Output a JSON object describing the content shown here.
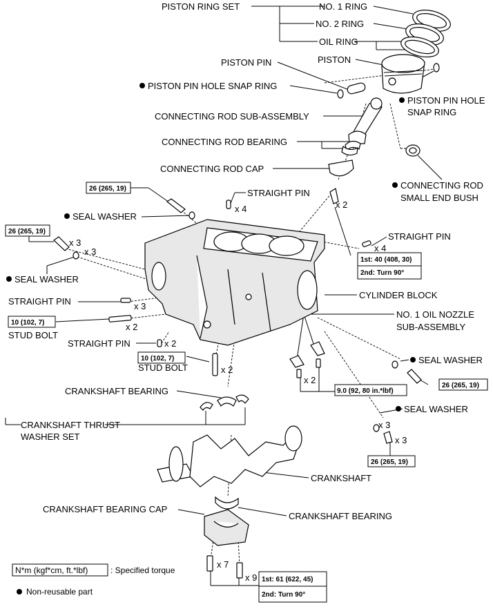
{
  "labels": {
    "piston_ring_set": "PISTON RING SET",
    "no1_ring": "NO. 1 RING",
    "no2_ring": "NO. 2 RING",
    "oil_ring": "OIL RING",
    "piston_pin": "PISTON PIN",
    "piston": "PISTON",
    "snap_ring_left": "PISTON PIN HOLE SNAP RING",
    "snap_ring_right_1": "PISTON PIN HOLE",
    "snap_ring_right_2": "SNAP RING",
    "connecting_rod_sub": "CONNECTING ROD SUB-ASSEMBLY",
    "connecting_rod_bearing": "CONNECTING ROD BEARING",
    "connecting_rod_cap": "CONNECTING ROD CAP",
    "small_end_bush_1": "CONNECTING ROD",
    "small_end_bush_2": "SMALL END BUSH",
    "straight_pin_top": "STRAIGHT PIN",
    "seal_washer_top": "SEAL WASHER",
    "seal_washer_left": "SEAL WASHER",
    "straight_pin_right": "STRAIGHT PIN",
    "straight_pin_left": "STRAIGHT PIN",
    "stud_bolt_left": "STUD BOLT",
    "straight_pin_mid": "STRAIGHT PIN",
    "stud_bolt_mid": "STUD BOLT",
    "cylinder_block": "CYLINDER BLOCK",
    "oil_nozzle_1": "NO. 1 OIL NOZZLE",
    "oil_nozzle_2": "SUB-ASSEMBLY",
    "seal_washer_right": "SEAL WASHER",
    "seal_washer_right2": "SEAL WASHER",
    "crankshaft_bearing_top": "CRANKSHAFT BEARING",
    "thrust_washer_1": "CRANKSHAFT THRUST",
    "thrust_washer_2": "WASHER SET",
    "crankshaft": "CRANKSHAFT",
    "crankshaft_bearing_cap": "CRANKSHAFT BEARING CAP",
    "crankshaft_bearing_bottom": "CRANKSHAFT BEARING"
  },
  "multipliers": {
    "x4_top": "x 4",
    "x3_a": "x 3",
    "x3_b": "x 3",
    "x2_rod": "x 2",
    "x4_right": "x 4",
    "x3_left": "x 3",
    "x2_stud_left": "x 2",
    "x2_pin_mid": "x 2",
    "x2_stud_mid": "x 2",
    "x2_nozzle": "x 2",
    "x3_right_a": "x 3",
    "x3_right_b": "x 3",
    "x7": "x 7",
    "x9": "x 9"
  },
  "torques": {
    "t_top": "26 (265, 19)",
    "t_left": "26 (265, 19)",
    "t_stud_left": "10 (102, 7)",
    "t_stud_mid": "10 (102, 7)",
    "t_rod_1": "1st: 40 (408, 30)",
    "t_rod_2": "2nd: Turn 90°",
    "t_nozzle": "9.0 (92, 80 in.*lbf)",
    "t_right": "26 (265, 19)",
    "t_right2": "26 (265, 19)",
    "t_cap_1": "1st: 61 (622, 45)",
    "t_cap_2": "2nd: Turn 90°"
  },
  "legend": {
    "torque_box": "N*m (kgf*cm, ft.*lbf)",
    "torque_desc": ": Specified torque",
    "non_reusable": "Non-reusable part"
  }
}
